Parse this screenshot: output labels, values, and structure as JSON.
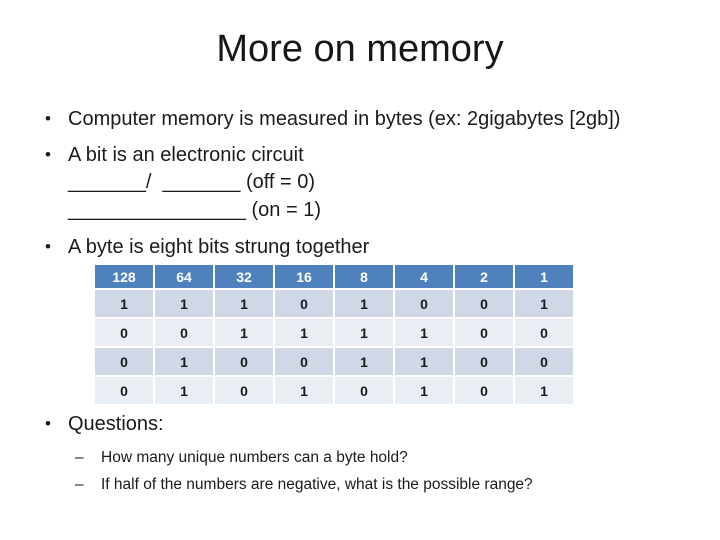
{
  "slide": {
    "title": "More on memory"
  },
  "bullets": {
    "glyph_level1": "•",
    "glyph_level2": "–",
    "b1": "Computer memory is measured in bytes (ex: 2gigabytes [2gb])",
    "b2": "A bit is an electronic circuit",
    "off_line": "_______/  _______ (off = 0)",
    "on_line": "________________ (on = 1)",
    "b3": "A byte is eight bits strung together",
    "questions_label": "Questions:",
    "q1": "How many unique numbers can a byte hold?",
    "q2": "If half of the numbers are negative, what is the possible range?"
  },
  "table": {
    "headers": [
      "128",
      "64",
      "32",
      "16",
      "8",
      "4",
      "2",
      "1"
    ],
    "rows": [
      [
        "1",
        "1",
        "1",
        "0",
        "1",
        "0",
        "0",
        "1"
      ],
      [
        "0",
        "0",
        "1",
        "1",
        "1",
        "1",
        "0",
        "0"
      ],
      [
        "0",
        "1",
        "0",
        "0",
        "1",
        "1",
        "0",
        "0"
      ],
      [
        "0",
        "1",
        "0",
        "1",
        "0",
        "1",
        "0",
        "1"
      ]
    ]
  },
  "colors": {
    "table_header_bg": "#4f81bd",
    "table_header_text": "#ffffff",
    "table_band_dark": "#d0d8e8",
    "table_band_light": "#e9edf4",
    "body_text": "#1b1b1b",
    "background": "#ffffff"
  }
}
